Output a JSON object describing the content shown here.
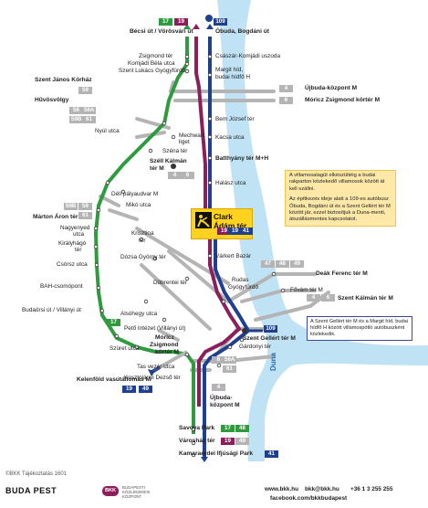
{
  "top_lines": {
    "l17": "17",
    "l19": "19",
    "m2": "M",
    "l109": "109"
  },
  "top_labels": {
    "becsi": "Bécsi út / Vörösvári út",
    "obuda": "Óbuda, Bogdáni út"
  },
  "stations": {
    "zsigmond": "Zsigmond tér",
    "komjadi_bela": "Komjádi Béla utca",
    "szent_lukacs": "Szent Lukács Gyógyfürdő",
    "csaszar": "Császár-Komjádi uszoda",
    "margit_hid": "Margit híd,",
    "budai_hidfo": "budai hídfő H",
    "szent_janos": "Szent János Kórház",
    "huvosvolgy": "Hűvösvölgy",
    "ujbuda_kp": "Újbuda-központ M",
    "moricz_top": "Móricz Zsigmond körtér M",
    "nyul": "Nyúl utca",
    "mechwart": "Mechwart",
    "liget": "liget",
    "szena": "Széna tér",
    "szell": "Széll Kálmán",
    "ter_m": "tér M",
    "bem": "Bem József tér",
    "kacsa": "Kacsa utca",
    "batthyany": "Batthyány tér M+H",
    "halasz": "Halász utca",
    "deli": "Déli pályaudvar M",
    "miko": "Mikó utca",
    "marton": "Márton Áron tér",
    "nagyenyed": "Nagyenyed",
    "utca": "utca",
    "kiralyhago": "Királyhágó",
    "csorsz": "Csörsz utca",
    "krisztina": "Krisztina",
    "ter": "tér",
    "dozsa": "Dózsa György tér",
    "dobrentei": "Döbrentei tér",
    "varkert": "Várkert Bazár",
    "rudas": "Rudas",
    "gyogyfurdo": "Gyógyfürdő",
    "fovam": "Fővám tér M",
    "deak": "Deák Ferenc tér M",
    "szell_right": "Szent Kálmán tér M",
    "bah": "BAH-csomópont",
    "budaorsi": "Budaörsi út / Villányi út",
    "alsohegy": "Alsóhegy utca",
    "peto": "Pető Intézet (Villányi út)",
    "moricz_mid1": "Móricz",
    "moricz_mid2": "Zsigmond",
    "moricz_mid3": "körtér M",
    "szuret": "Szüret utca",
    "szent_gellert": "Szent Gellért tér M",
    "gardonyi": "Gárdonyi tér",
    "tas_vezer": "Tas vezér utca",
    "kosztolanyi": "Kosztolányi Dezső tér",
    "kelenfold": "Kelenföld vasútállomás M",
    "ujbuda1": "Újbuda-",
    "ujbuda2": "központ M",
    "savoya": "Savoya Park",
    "varoshaz": "Városház tér",
    "kamaraerdei": "Kamaraerdei Ifjúsági Park",
    "clark": "Clark Ádám tér",
    "duna": "Duna"
  },
  "badges": {
    "b4": "4",
    "b6": "6",
    "b59": "59",
    "b56": "56",
    "b56a": "56A",
    "b59b": "59B",
    "b61": "61",
    "b47": "47",
    "b48": "48",
    "b49": "49",
    "b17": "17",
    "b19": "19",
    "b41": "41",
    "b109": "109"
  },
  "notes": {
    "yellow": "A villamosalagút elkészültéig a budai rakparton közlekedő villamosok között át kell szállni.",
    "yellow2": "Az építkezés ideje alatt a 109-es autóbusz Óbuda, Bogdáni út és a Szent Gellért tér M között jár, ezzel biztosítjuk a Duna-menti, átszállásmentes kapcsolatot.",
    "blue": "A Szent Gellért tér M és a Margit híd, budai hídfő H között villamospótló autóbuszként közlekedik."
  },
  "footer": {
    "copyright": "©BKK Tájékoztatás 1601",
    "budapest": "BUDA PEST",
    "bkk": "BKK",
    "bkk_sub": "BUDAPESTI KÖZLEKEDÉSI KÖZPONT",
    "web": "www.bkk.hu",
    "email": "bkk@bkk.hu",
    "phone": "+36 1 3 255 255",
    "facebook": "facebook.com/bkkbudapest"
  },
  "colors": {
    "green": "#2f9b3f",
    "purple": "#8a1f5c",
    "blue": "#1f3f8f",
    "gray": "#b4b4b4",
    "river": "#bfe3f5",
    "yellow": "#ffd21f"
  }
}
